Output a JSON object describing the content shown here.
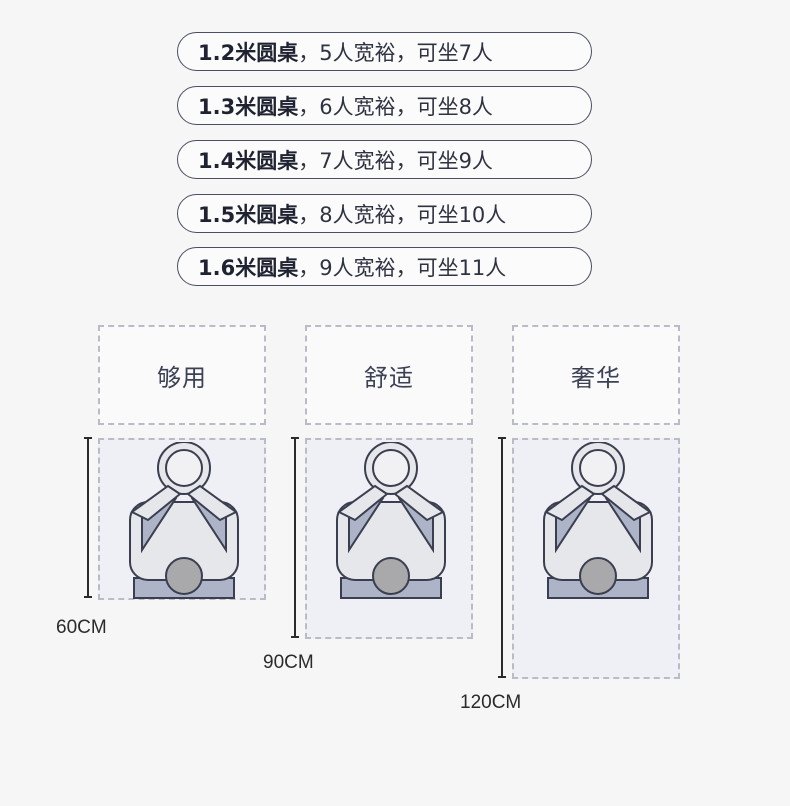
{
  "rows": [
    {
      "bold": "1.2米圆桌",
      "rest": "，5人宽裕，可坐7人"
    },
    {
      "bold": "1.3米圆桌",
      "rest": "，6人宽裕，可坐8人"
    },
    {
      "bold": "1.4米圆桌",
      "rest": "，7人宽裕，可坐9人"
    },
    {
      "bold": "1.5米圆桌",
      "rest": "，8人宽裕，可坐10人"
    },
    {
      "bold": "1.6米圆桌",
      "rest": "，9人宽裕，可坐11人"
    }
  ],
  "panels": [
    {
      "label": "够用",
      "dimension": "60CM"
    },
    {
      "label": "舒适",
      "dimension": "90CM"
    },
    {
      "label": "奢华",
      "dimension": "120CM"
    }
  ],
  "colors": {
    "outline": "#4a4f63",
    "area_fill": "#eef0f6",
    "figure_fill": "#e6e7ea",
    "cushion": "#aeb4c8"
  },
  "icons": [
    "seated-person-icon"
  ]
}
